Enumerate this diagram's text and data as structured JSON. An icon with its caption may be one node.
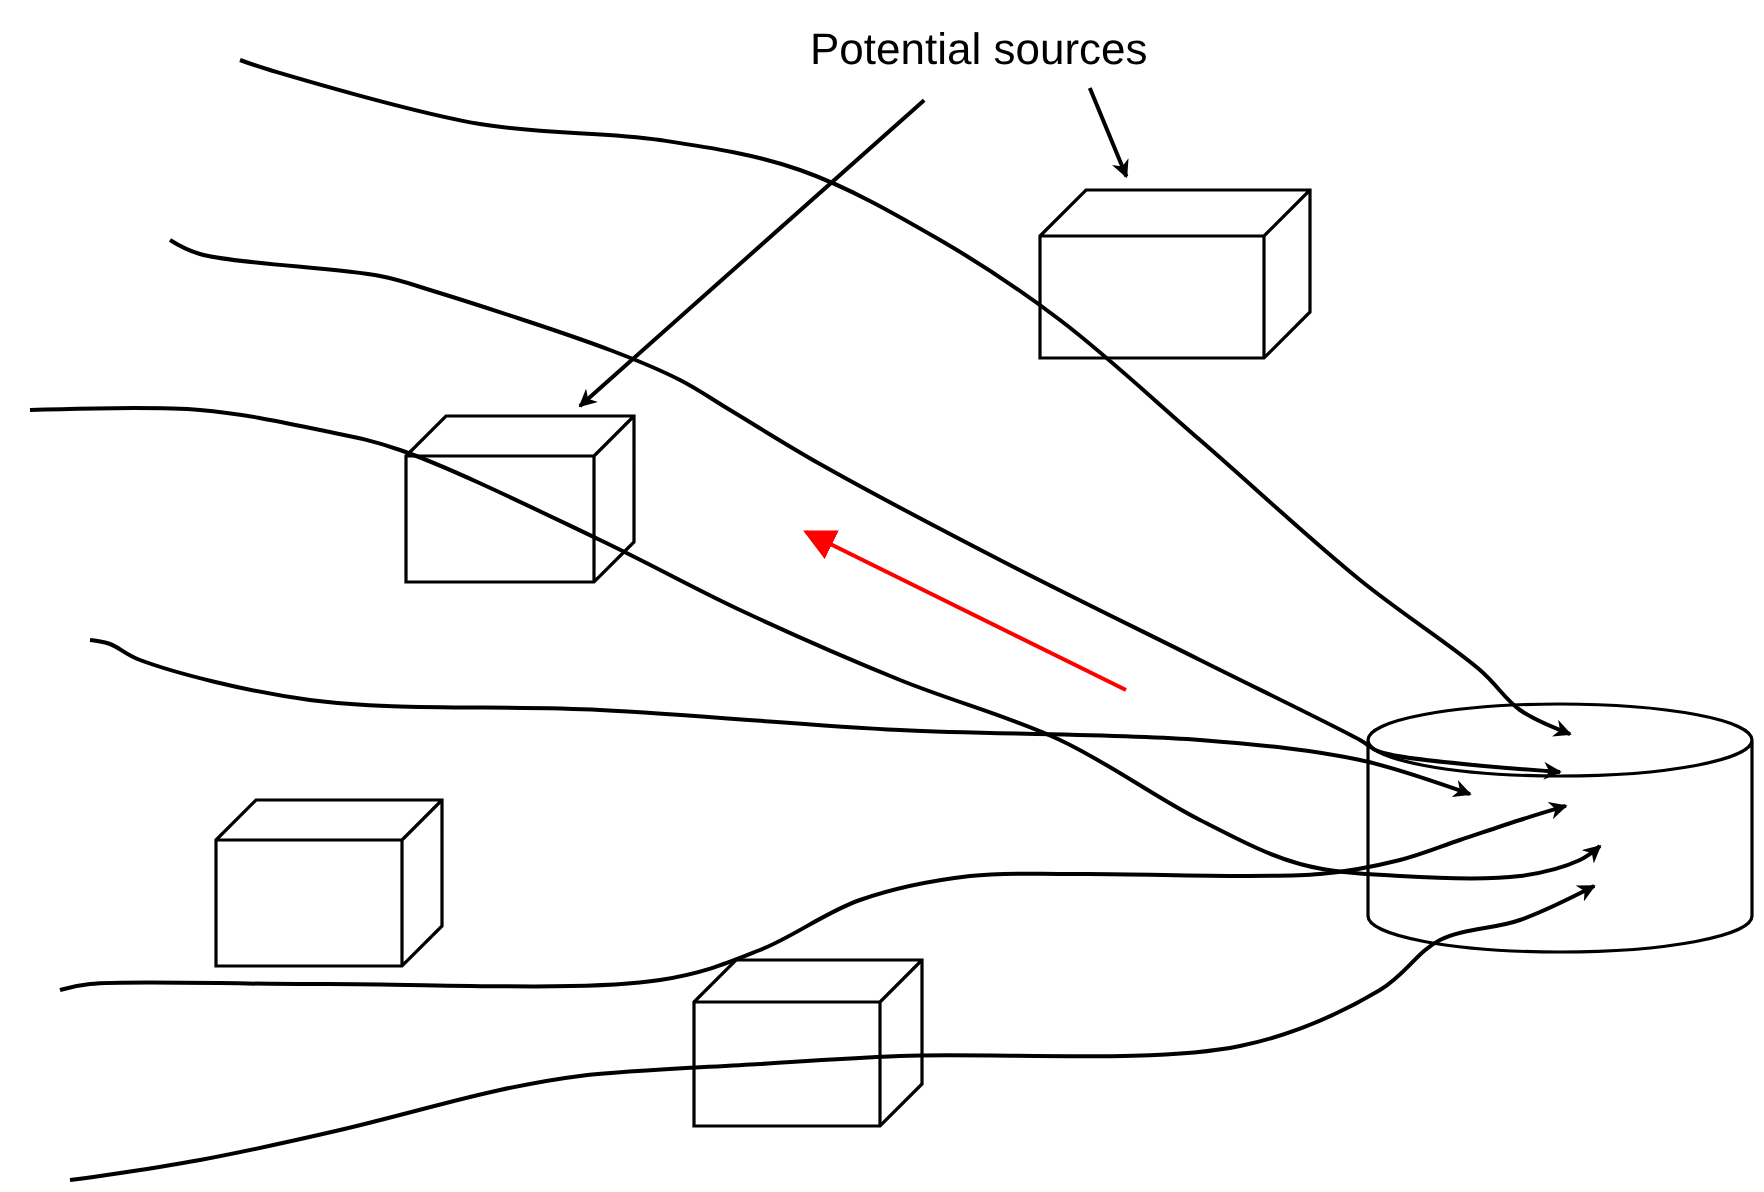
{
  "diagram": {
    "nodes": [
      {
        "text": [
          "Potential sources"
        ]
      },
      {
        "text": [],
        "shape": "box"
      },
      {
        "text": [],
        "shape": "box"
      },
      {
        "text": [],
        "shape": "box"
      },
      {
        "text": [],
        "shape": "box"
      },
      {
        "text": [],
        "shape": "cylinder"
      }
    ],
    "edges": [
      {
        "from": 0,
        "to": 1,
        "arrow": "to"
      },
      {
        "from": 0,
        "to": 2,
        "arrow": "to"
      },
      {
        "from": null,
        "to": 5,
        "arrow": "to"
      },
      {
        "from": null,
        "to": 5,
        "arrow": "to"
      },
      {
        "from": null,
        "to": 5,
        "arrow": "to"
      },
      {
        "from": null,
        "to": 5,
        "arrow": "to"
      },
      {
        "from": null,
        "to": 5,
        "arrow": "to"
      },
      {
        "from": null,
        "to": 5,
        "arrow": "to"
      }
    ]
  }
}
